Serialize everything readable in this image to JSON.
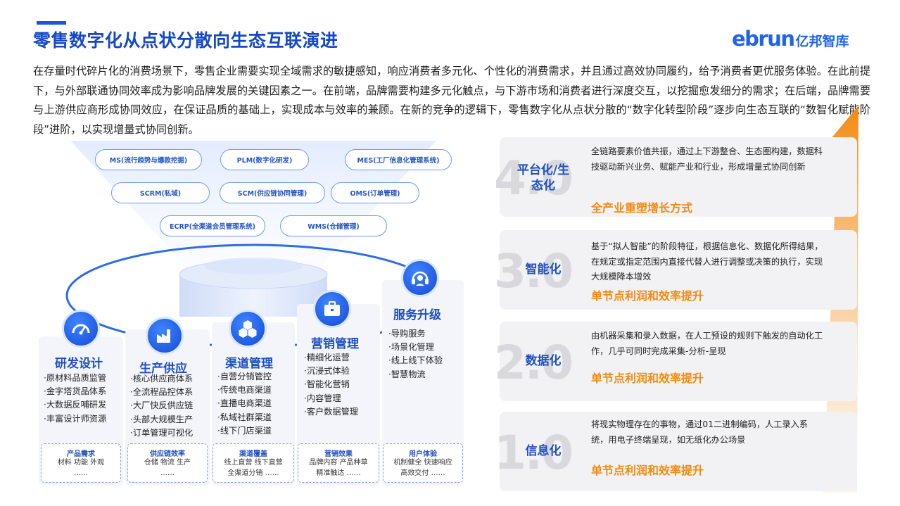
{
  "header": {
    "title": "零售数字化从点状分散向生态互联演进",
    "logo_latin": "ebrun",
    "logo_cn": "亿邦智库"
  },
  "intro": "在存量时代碎片化的消费场景下，零售企业需要实现全域需求的敏捷感知，响应消费者多元化、个性化的消费需求，并且通过高效协同履约，给予消费者更优服务体验。在此前提下，与外部联通协同效率成为影响品牌发展的关键因素之一。在前端，品牌需要构建多元化触点，与下游市场和消费者进行深度交互，以挖掘愈发细分的需求；在后端，品牌需要与上游供应商形成协同效应，在保证品质的基础上，实现成本与效率的兼顾。在新的竞争的逻辑下，零售数字化从点状分散的“数字化转型阶段”逐步向生态互联的“数智化赋能阶段”进阶，以实现增量式协同创新。",
  "systems": [
    "MS(流行趋势与爆款挖掘)",
    "PLM(数字化研发)",
    "MES(工厂信息化管理系统)",
    "SCRM(私域)",
    "SCM(供应链协同管理)",
    "OMS(订单管理)",
    "ECRP(全渠道会员管理系统)",
    "WMS(仓储管理)"
  ],
  "columns": [
    {
      "icon": "gauge-icon",
      "title": "研发设计",
      "items": [
        "·原材料品质监管",
        "·金字塔货品体系",
        "·大数据反哺研发",
        "·丰富设计师资源"
      ],
      "foot_title": "产品需求",
      "foot_lines": [
        "材料  功能  外观",
        "……"
      ]
    },
    {
      "icon": "factory-icon",
      "title": "生产供应",
      "items": [
        "·核心供应商体系",
        "·全流程品控体系",
        "·大厂快反供应链",
        "·头部大规模生产",
        "·订单管理可视化"
      ],
      "foot_title": "供应链效率",
      "foot_lines": [
        "仓储    物流   生产",
        "……"
      ]
    },
    {
      "icon": "cubes-icon",
      "title": "渠道管理",
      "items": [
        "·自营分销管控",
        "·传统电商渠道",
        "·直播电商渠道",
        "·私域社群渠道",
        "·线下门店渠道"
      ],
      "foot_title": "渠道覆盖",
      "foot_lines": [
        "线上直营    线下直营",
        "全渠道分销  ……"
      ]
    },
    {
      "icon": "briefcase-icon",
      "title": "营销管理",
      "items": [
        "·精细化运营",
        "·沉浸式体验",
        "·智能化营销",
        "·内容管理",
        "·客户数据管理"
      ],
      "foot_title": "营销效果",
      "foot_lines": [
        "品牌内容   产品种草",
        "精准触达  ……"
      ]
    },
    {
      "icon": "headset-icon",
      "title": "服务升级",
      "items": [
        "·导购服务",
        "·场景化管理",
        "·线上线下体验",
        "·智慧物流"
      ],
      "foot_title": "用户体验",
      "foot_lines": [
        "机制健全    快速响应",
        "高效交付  ……"
      ]
    }
  ],
  "stages": [
    {
      "num": "4.0",
      "name": "平台化/生态化",
      "desc": "全链路要素价值共振，通过上下游整合、生态圈构建，数据科技驱动新兴业务、赋能产业和行业，形成增量式协同创新",
      "tag": "全产业重塑增长方式"
    },
    {
      "num": "3.0",
      "name": "智能化",
      "desc": "基于“拟人智能”的阶段特征，根据信息化、数据化所得结果，在规定或指定范围内直接代替人进行调整或决策的执行，实现大规模降本增效",
      "tag": "单节点利润和效率提升"
    },
    {
      "num": "2.0",
      "name": "数据化",
      "desc": "由机器采集和录入数据，在人工预设的规则下触发的自动化工作，几乎可同时完成采集-分析-呈现",
      "tag": "单节点利润和效率提升"
    },
    {
      "num": "1.0",
      "name": "信息化",
      "desc": "将现实物理存在的事物，通过01二进制编码，人工录入系统，用电子终端呈现，如无纸化办公场景",
      "tag": "单节点利润和效率提升"
    }
  ],
  "colors": {
    "primary": "#1f4fc2",
    "accent_orange": "#f28a12",
    "stage_bg": "#f2f2f4"
  }
}
